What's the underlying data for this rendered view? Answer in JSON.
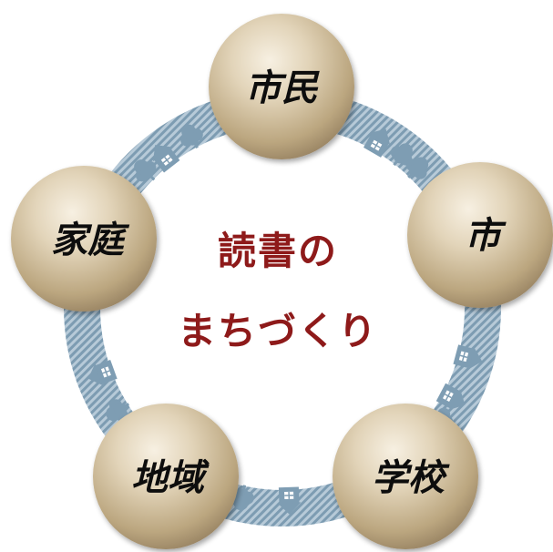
{
  "diagram": {
    "center_title_line1": "読書の",
    "center_title_line2": "まちづくり",
    "nodes": [
      {
        "label": "市民"
      },
      {
        "label": "市"
      },
      {
        "label": "学校"
      },
      {
        "label": "地域"
      },
      {
        "label": "家庭"
      }
    ]
  },
  "colors": {
    "ring": "#7e9db3",
    "ring_light": "#a9c0d0",
    "center_text": "#8e1a1a",
    "ball_light": "#f3ead9",
    "ball_mid": "#d4c2a2",
    "ball_dark": "#9e8a6c",
    "node_text": "#111111"
  }
}
